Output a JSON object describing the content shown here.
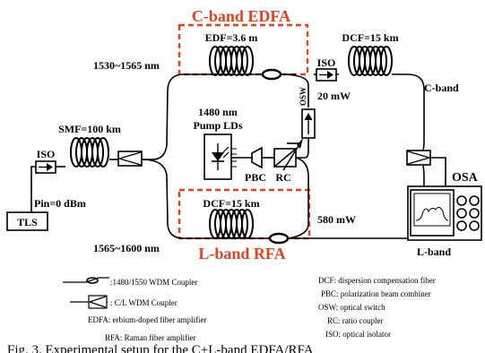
{
  "sections": {
    "cband_edfa": "C-band EDFA",
    "lband_rfa": "L-band RFA"
  },
  "labels": {
    "edf": "EDF=3.6 m",
    "dcf_top": "DCF=15 km",
    "dcf_bottom": "DCF=15 km",
    "smf": "SMF=100 km",
    "wl_top": "1530~1565 nm",
    "wl_bottom": "1565~1600 nm",
    "iso_left": "ISO",
    "iso_top": "ISO",
    "pin": "Pin=0 dBm",
    "tls": "TLS",
    "pump_line1": "1480 nm",
    "pump_line2": "Pump LDs",
    "pbc": "PBC",
    "rc": "RC",
    "osw": "OSW",
    "p20": "20 mW",
    "p580": "580 mW",
    "c_band": "C-band",
    "l_band": "L-band",
    "osa": "OSA"
  },
  "legend": {
    "wdm_1480": ":1480/1550 WDM Coupler",
    "cl_wdm": ": C/L WDM Coupler",
    "edfa": "EDFA: erbium-doped fiber amplifier",
    "rfa": "RFA: Raman fiber amplifier",
    "dcf": "DCF: dispersion compensation fiber",
    "pbc": "PBC: polarization beam combiner",
    "osw": "OSW: optical switch",
    "rc": "RC: ratio coupler",
    "iso": "ISO: optical isolator"
  },
  "caption": "Fig. 3. Experimental setup for the C+L-band EDFA/RFA",
  "colors": {
    "highlight": "#e8401e",
    "line": "#000000"
  }
}
